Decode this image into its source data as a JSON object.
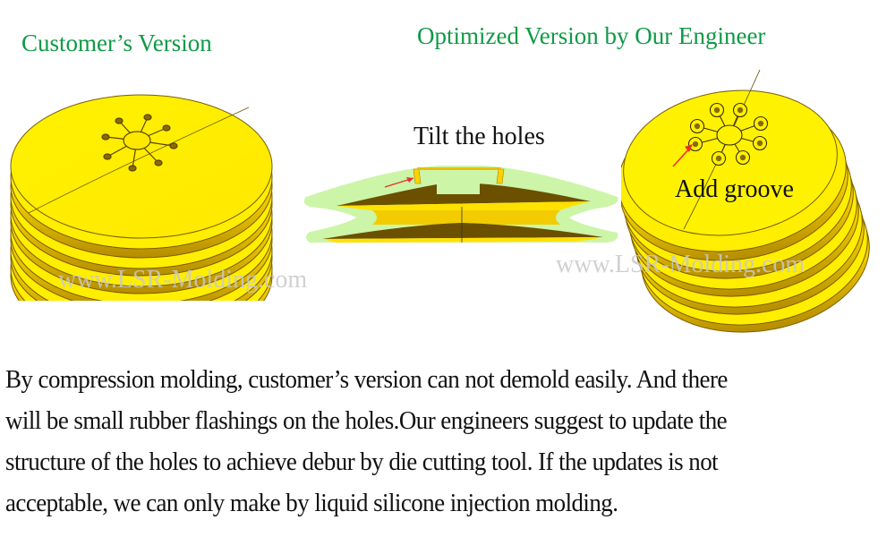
{
  "titles": {
    "customer": "Customer’s Version",
    "optimized": "Optimized Version by Our Engineer"
  },
  "annotations": {
    "tilt": "Tilt the holes",
    "groove": "Add groove"
  },
  "watermarks": {
    "left": "www.LSR-Molding.com",
    "right": "www.LSR-Molding.com"
  },
  "paragraph": {
    "lines": [
      "By compression molding, customer’s version can not demold easily. And there",
      "will be small rubber flashings on the holes.Our engineers suggest to update the",
      "structure of the holes to achieve debur by die cutting tool.  If the updates is not",
      "acceptable, we can only make by liquid silicone injection molding."
    ]
  },
  "colors": {
    "title_green": "#0e9a45",
    "part_yellow": "#ffee00",
    "part_shade": "#d9b800",
    "section_dark": "#6b5000",
    "mold_green": "#ccf5a8",
    "arrow_red": "#e8302a"
  },
  "figures": {
    "customer_part": "stacked-disc-seal-straight-holes",
    "cross_section": "section-view-tilted-holes",
    "optimized_part": "stacked-disc-seal-grooved-holes"
  }
}
